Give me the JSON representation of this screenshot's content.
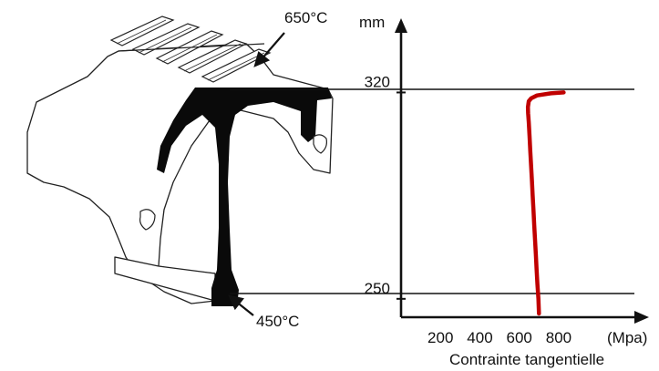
{
  "figure": {
    "annotations": {
      "top_temperature": "650°C",
      "bottom_temperature": "450°C"
    }
  },
  "colors": {
    "curve": "#c00000",
    "ink": "#111111"
  },
  "chart_data": {
    "type": "line",
    "title": "",
    "xlabel": "Contrainte tangentielle",
    "xunit": "(Mpa)",
    "ylabel": "",
    "yunit": "mm",
    "x_ticks": [
      200,
      400,
      600,
      800
    ],
    "y_ticks": [
      250,
      320
    ],
    "xlim": [
      0,
      1050
    ],
    "ylim": [
      245,
      339
    ],
    "series": [
      {
        "name": "",
        "x": [
          700,
          697,
          692,
          688,
          684,
          680,
          676,
          672,
          668,
          664,
          660,
          656,
          652,
          648,
          645,
          644,
          648,
          660,
          690,
          760,
          825
        ],
        "y": [
          245,
          250,
          255,
          260,
          265,
          270,
          275,
          280,
          285,
          290,
          295,
          300,
          305,
          310,
          313,
          315,
          317,
          318,
          319,
          319.7,
          320
        ]
      }
    ]
  }
}
